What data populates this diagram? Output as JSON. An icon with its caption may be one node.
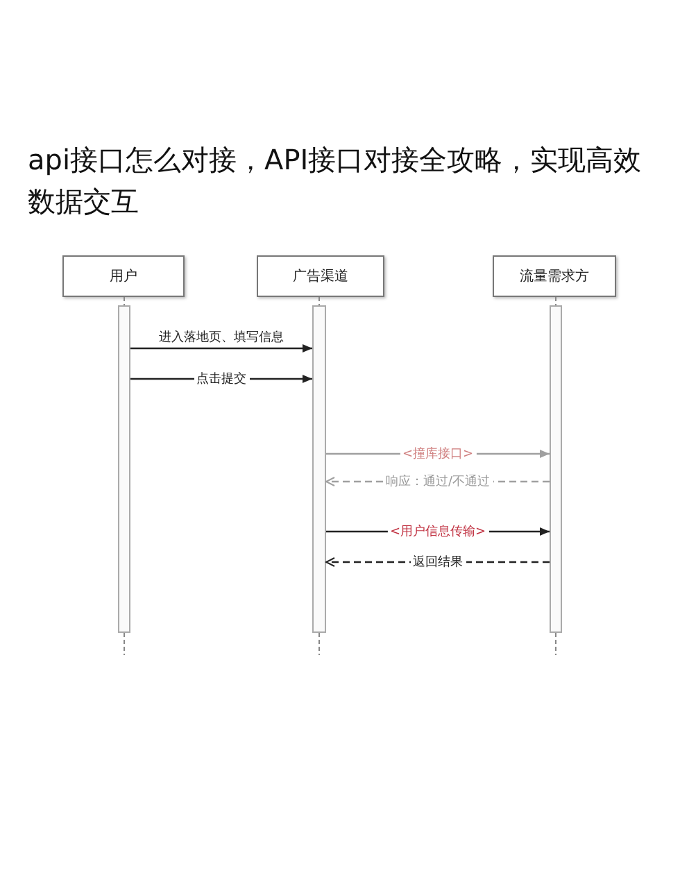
{
  "diagram": {
    "title": "api接口怎么对接，API接口对接全攻略，实现高效数据交互",
    "nodes": [
      {
        "text": [
          "用户"
        ]
      },
      {
        "text": [
          "广告渠道"
        ]
      },
      {
        "text": [
          "流量需求方"
        ]
      },
      {
        "text": [],
        "shape": "bar"
      },
      {
        "text": [],
        "shape": "bar"
      },
      {
        "text": [],
        "shape": "bar"
      }
    ],
    "edges": [
      {
        "from": 3,
        "to": 4,
        "arrow": "to",
        "label": "进入落地页、填写信息"
      },
      {
        "from": 3,
        "to": 4,
        "arrow": "to",
        "label": "点击提交"
      },
      {
        "from": 4,
        "to": 5,
        "arrow": "to",
        "label": "<撞库接口>",
        "color": "#a0a0a0"
      },
      {
        "from": 5,
        "to": 4,
        "arrow": "to",
        "label": "响应：通过/不通过",
        "style": "dashed",
        "color": "#a0a0a0"
      },
      {
        "from": 4,
        "to": 5,
        "arrow": "to",
        "label": "<用户信息传输>"
      },
      {
        "from": 5,
        "to": 4,
        "arrow": "to",
        "label": "返回结果",
        "style": "dashed"
      }
    ]
  }
}
